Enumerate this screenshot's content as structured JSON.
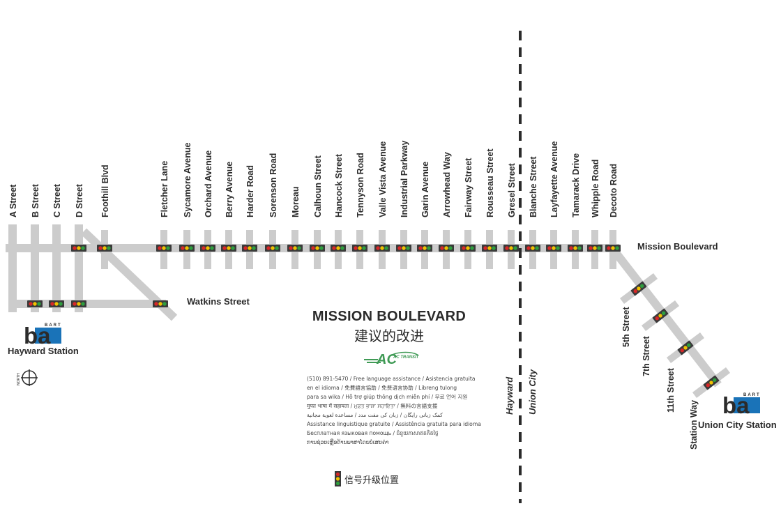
{
  "map": {
    "title": "MISSION BOULEVARD",
    "subtitle": "建议的改进",
    "main_road": "Mission Boulevard",
    "side_road": "Watkins Street",
    "legend_text": "信号升级位置",
    "city_left": "Hayward",
    "city_right": "Union City",
    "north_label": "NORTH",
    "streets": [
      "A Street",
      "B Street",
      "C Street",
      "D Street",
      "Foothill Blvd",
      "Fletcher Lane",
      "Sycamore Avenue",
      "Orchard Avenue",
      "Berry Avenue",
      "Harder Road",
      "Sorenson Road",
      "Moreau",
      "Calhoun Street",
      "Hancock Street",
      "Tennyson Road",
      "Valle Vista Avenue",
      "Industrial Parkway",
      "Garin Avenue",
      "Arrowhead Way",
      "Fairway Street",
      "Rousseau Street",
      "Gresel Street",
      "Blanche Street",
      "Layfayette Avenue",
      "Tamarack Drive",
      "Whipple Road",
      "Decoto Road"
    ],
    "diagonal_streets": [
      "5th Street",
      "7th Street",
      "11th Street",
      "Station Way"
    ],
    "stations": {
      "hayward": {
        "name": "Hayward Station",
        "logo_top": "BART",
        "logo_mark": "ba"
      },
      "union_city": {
        "name": "Union City Station",
        "logo_top": "BART",
        "logo_mark": "ba"
      }
    },
    "agency_logo": "AC TRANSIT",
    "language_lines": [
      "(510) 891-5470 / Free language assistance / Asistencia gratuita",
      "en el idioma / 免費語言協助 / 免费语言协助 / Libreng tulong",
      "para sa wika / Hỗ trợ giúp thông dịch miễn phí / 무료 언어 지원",
      "मुफ्त भाषा में सहायता / ਮੁਫ਼ਤ ਭਾਸ਼ਾ ਸਹਾਇਤਾ / 無料の言語支援",
      "کمک زبانی رایگان / زبان کی مفت مدد / مساعدة لغوية مجانية",
      "Assistance linguistique gratuite / Assistência gratuita para idiomas",
      "Бесплатная языковая помощь / ជំនួយភាសាឥតគិតថ្លៃ",
      "ການຊ່ວຍເຫຼືອດ້ານພາສາໂດຍບໍ່ເສຍຄ່າ"
    ],
    "colors": {
      "road": "#cccccc",
      "text": "#2b2b2b",
      "signal_red": "#d62828",
      "signal_yellow": "#f2c200",
      "signal_green": "#2e9e3e",
      "bart_blue": "#1a73b8"
    }
  }
}
